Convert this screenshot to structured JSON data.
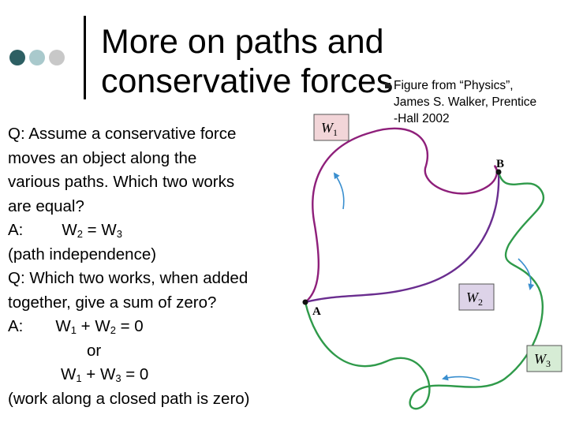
{
  "header": {
    "title_line1": "More on paths and",
    "title_line2": "conservative forces",
    "dot_colors": [
      "#2d5f63",
      "#a9c9cc",
      "#c8c8c8"
    ]
  },
  "caption": {
    "line1": "Figure from “Physics”,",
    "line2": "James S. Walker, Prentice",
    "line3": "-Hall 2002"
  },
  "body": {
    "q1_line1": "Q: Assume a conservative force",
    "q1_line2": "moves an object along the",
    "q1_line3": "various paths. Which two works",
    "q1_line4": "are equal?",
    "a1": {
      "prefix": "A:",
      "w": "W",
      "s1": "2",
      "eq": " = W",
      "s2": "3"
    },
    "a1_note": "(path independence)",
    "q2_line1": "Q: Which two works, when added",
    "q2_line2": "together, give a sum of zero?",
    "a2": {
      "prefix": "A:",
      "w": "W",
      "s1": "1",
      "plus": " + W",
      "s2": "2",
      "eq": " = 0"
    },
    "or": "or",
    "a3": {
      "w": "W",
      "s1": "1",
      "plus": " + W",
      "s2": "3",
      "eq": " = 0"
    },
    "note": "(work along a closed path is zero)"
  },
  "figure": {
    "point_a": "A",
    "point_b": "B",
    "w1": {
      "letter": "W",
      "sub": "1"
    },
    "w2": {
      "letter": "W",
      "sub": "2"
    },
    "w3": {
      "letter": "W",
      "sub": "3"
    },
    "colors": {
      "path1": "#8e1f7a",
      "path2": "#6a2d8f",
      "path3": "#2f9a4a",
      "arrow": "#3a8fcf",
      "w1_bg": "#f2d5d8",
      "w2_bg": "#ddd3e8",
      "w3_bg": "#d6ecd5"
    }
  }
}
